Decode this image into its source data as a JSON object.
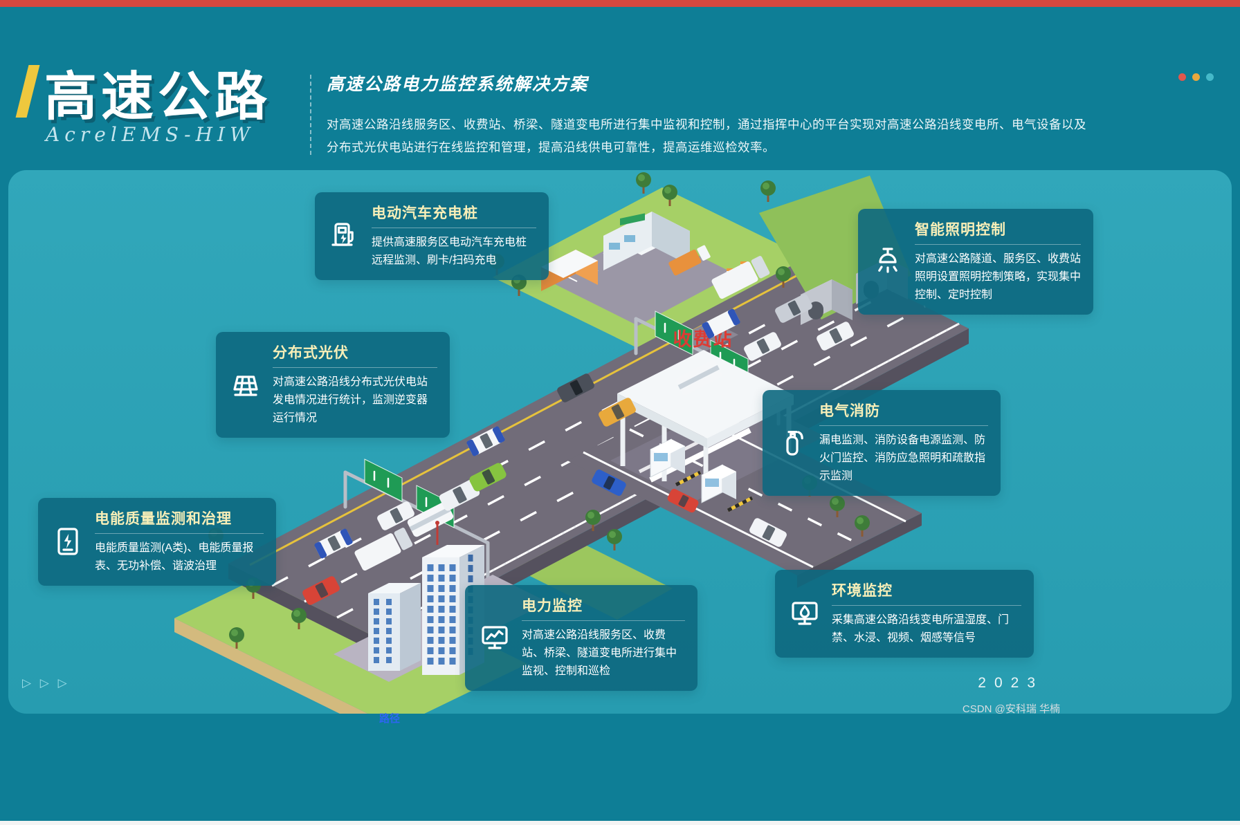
{
  "header": {
    "brand_title": "高速公路",
    "brand_subtitle": "AcrelEMS-HIW",
    "section_title": "高速公路电力监控系统解决方案",
    "description": "对高速公路沿线服务区、收费站、桥梁、隧道变电所进行集中监视和控制，通过指挥中心的平台实现对高速公路沿线变电所、电气设备以及分布式光伏电站进行在线监控和管理，提高沿线供电可靠性，提高运维巡检效率。",
    "window_dots": [
      "#e2574d",
      "#e9a83d",
      "#45b9c9"
    ],
    "colors": {
      "top_bar": "#d5473f",
      "background": "#0e7e96",
      "panel": "#2aa2b5",
      "accent_yellow": "#eec83e",
      "card_background": "#0d6880",
      "card_title": "#f8efb8"
    }
  },
  "callouts": [
    {
      "title": "电动汽车充电桩",
      "body": "提供高速服务区电动汽车充电桩远程监测、刷卡/扫码充电",
      "icon": "ev-charger-icon"
    },
    {
      "title": "智能照明控制",
      "body": "对高速公路隧道、服务区、收费站照明设置照明控制策略，实现集中控制、定时控制",
      "icon": "lamp-icon"
    },
    {
      "title": "分布式光伏",
      "body": "对高速公路沿线分布式光伏电站发电情况进行统计，监测逆变器运行情况",
      "icon": "solar-panel-icon"
    },
    {
      "title": "电气消防",
      "body": "漏电监测、消防设备电源监测、防火门监控、消防应急照明和疏散指示监测",
      "icon": "fire-extinguisher-icon"
    },
    {
      "title": "电能质量监测和治理",
      "body": "电能质量监测(A类)、电能质量报表、无功补偿、谐波治理",
      "icon": "power-quality-icon"
    },
    {
      "title": "电力监控",
      "body": "对高速公路沿线服务区、收费站、桥梁、隧道变电所进行集中监视、控制和巡检",
      "icon": "power-monitor-icon"
    },
    {
      "title": "环境监控",
      "body": "采集高速公路沿线变电所温湿度、门禁、水浸、视频、烟感等信号",
      "icon": "environment-icon"
    }
  ],
  "illustration": {
    "toll_sign": "收费站"
  },
  "footer": {
    "arrows": "▷ ▷ ▷",
    "year": "2023",
    "caption": "路径",
    "watermark": "CSDN @安科瑞 华楠"
  }
}
